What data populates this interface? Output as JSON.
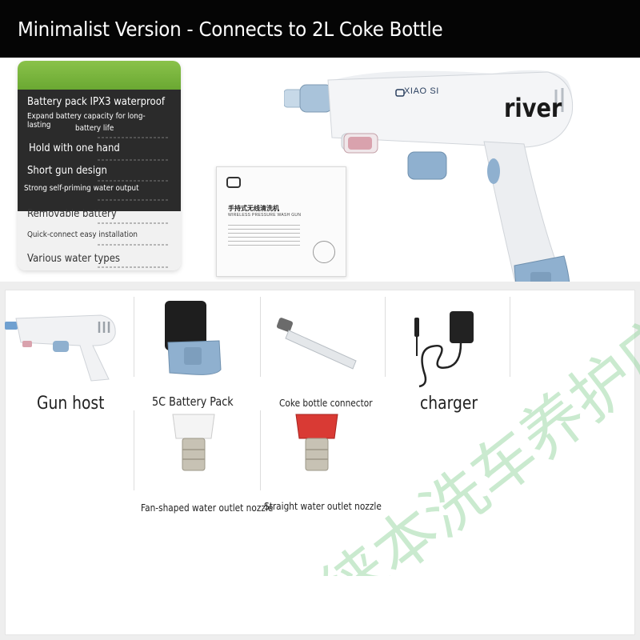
{
  "header": {
    "title": "Minimalist Version - Connects to 2L Coke Bottle"
  },
  "features": [
    {
      "label": "Battery pack IPX3 waterproof",
      "size": "large"
    },
    {
      "label": "Expand battery capacity for long-lasting",
      "size": "small"
    },
    {
      "label": "battery life",
      "size": "small"
    },
    {
      "label": "Hold with one hand",
      "size": "large"
    },
    {
      "label": "Short gun design",
      "size": "large"
    },
    {
      "label": "Strong self-priming water output",
      "size": "small"
    },
    {
      "label": "Removable battery",
      "size": "large"
    },
    {
      "label": "Quick-connect easy installation",
      "size": "small"
    },
    {
      "label": "Various water types",
      "size": "large"
    }
  ],
  "box": {
    "title": "手持式无线清洗机",
    "subtitle": "WIRELESS PRESSURE WASH GUN"
  },
  "product": {
    "brand": "XIAO SI",
    "caption": "river"
  },
  "accessories": [
    {
      "label": "Gun host"
    },
    {
      "label": "5C Battery Pack"
    },
    {
      "label": "Coke bottle connector"
    },
    {
      "label": "charger"
    },
    {
      "label": "Fan-shaped water outlet nozzle"
    },
    {
      "label": "Straight water outlet nozzle"
    }
  ],
  "watermark": {
    "text": "日徕本洗车养护店铺"
  },
  "colors": {
    "header_bg": "#050505",
    "accent_green": "#7ab83e",
    "card_dark": "#2b2b2b",
    "battery_blue": "#8fb0cf",
    "nozzle_red": "#d93a34",
    "watermark_green": "#9ed8a8"
  }
}
